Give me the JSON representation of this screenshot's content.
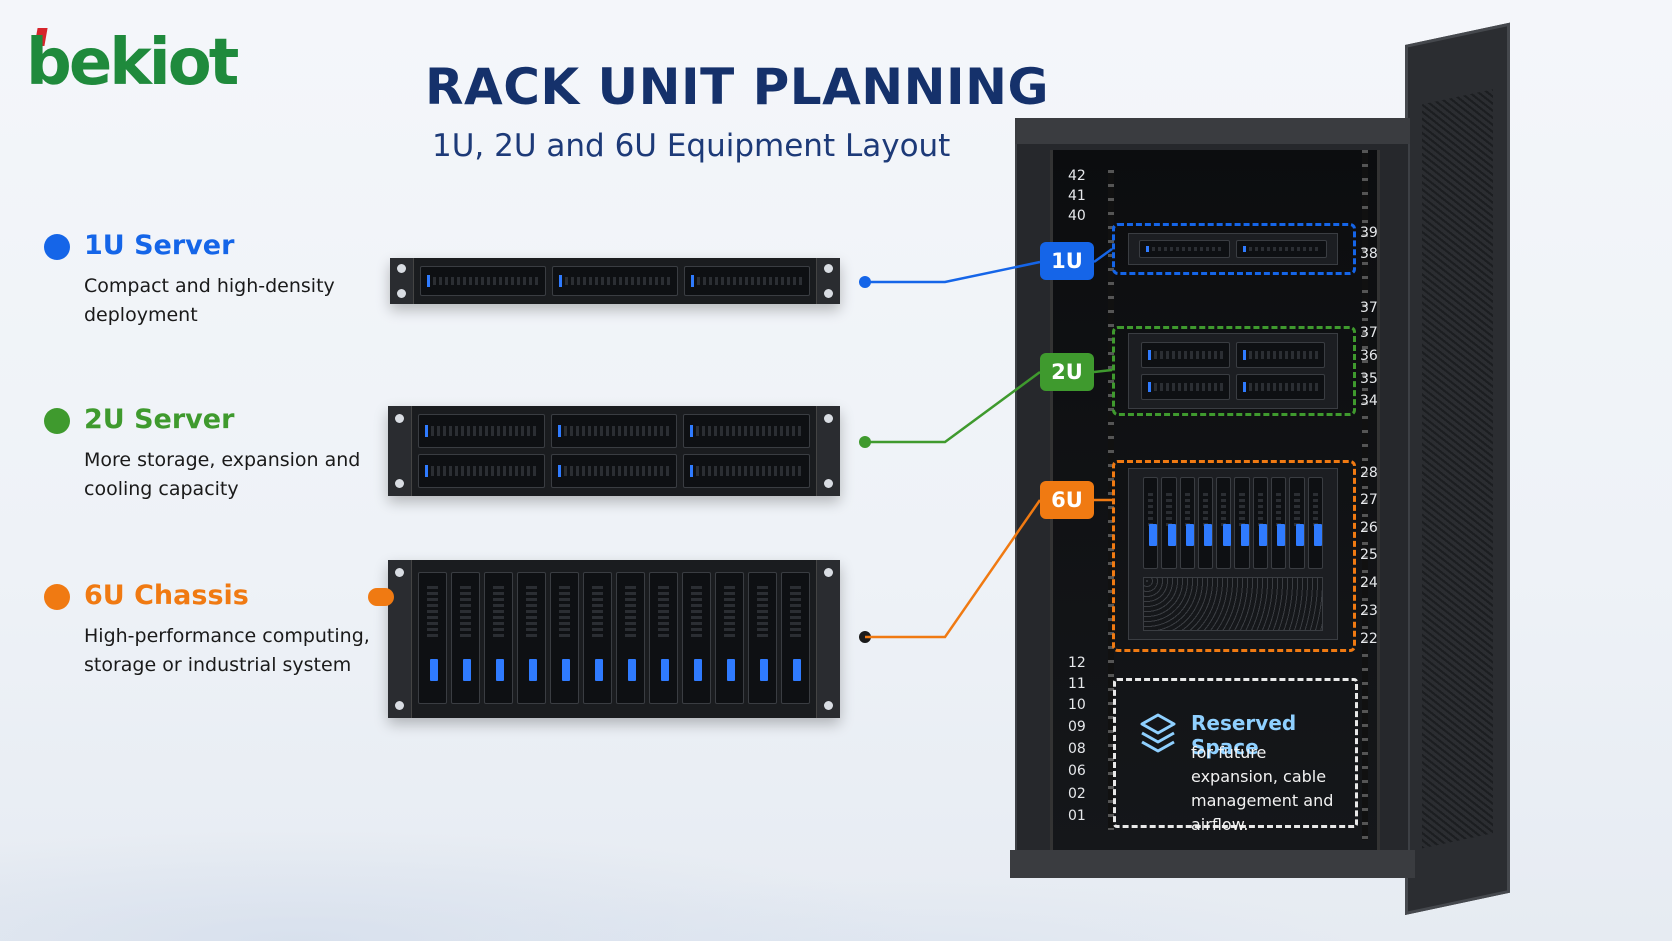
{
  "brand": {
    "logo_text": "bekiot"
  },
  "header": {
    "title": "RACK UNIT PLANNING",
    "subtitle": "1U, 2U and 6U Equipment Layout"
  },
  "legend": [
    {
      "title": "1U Server",
      "description": "Compact and high-density deployment",
      "color": "#1565e8"
    },
    {
      "title": "2U Server",
      "description": "More storage, expansion and cooling capacity",
      "color": "#3f9a2e"
    },
    {
      "title": "6U Chassis",
      "description": "High-performance computing, storage or industrial system",
      "color": "#f07a12"
    }
  ],
  "rack": {
    "tags": {
      "u1": "1U",
      "u2": "2U",
      "u6": "6U"
    },
    "unit_numbers_left_top": [
      "42",
      "41",
      "40"
    ],
    "unit_numbers_left_bottom": [
      "12",
      "11",
      "10",
      "09",
      "08",
      "06",
      "02",
      "01"
    ],
    "unit_numbers_right": [
      "39",
      "38",
      "37",
      "37",
      "36",
      "35",
      "34",
      "28",
      "27",
      "26",
      "25",
      "24",
      "23",
      "22"
    ],
    "reserved": {
      "title": "Reserved Space",
      "description": "for future expansion, cable management and airflow."
    }
  },
  "colors": {
    "blue": "#1565e8",
    "green": "#3f9a2e",
    "orange": "#f07a12",
    "title": "#15316b"
  }
}
